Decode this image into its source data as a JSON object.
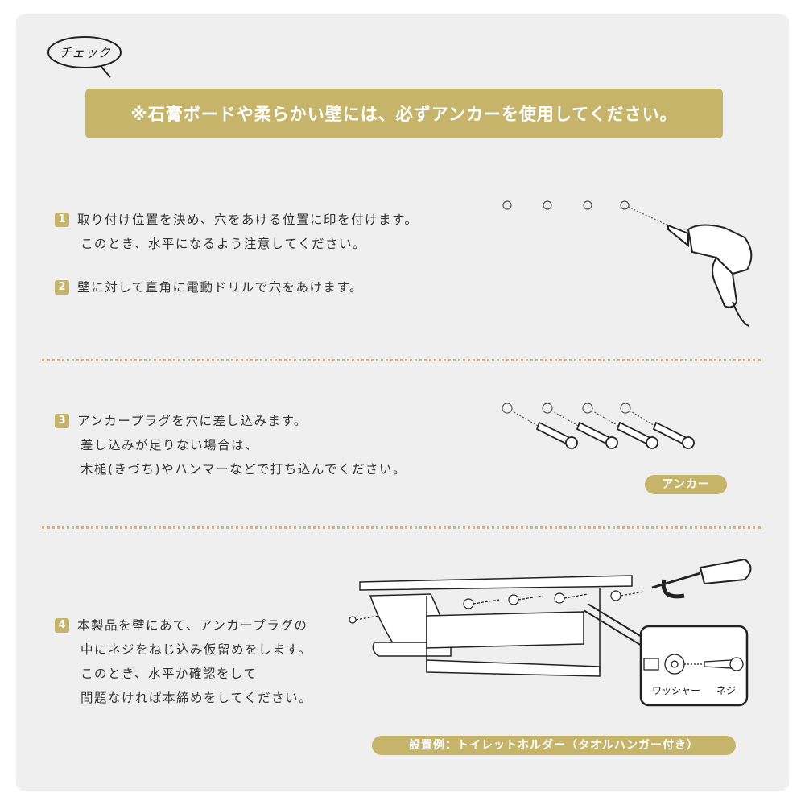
{
  "badge": "チェック",
  "banner": "※石膏ボードや柔らかい壁には、必ずアンカーを使用してください。",
  "steps": [
    {
      "num": "1",
      "lines": [
        "取り付け位置を決め、穴をあける位置に印を付けます。",
        "このとき、水平になるよう注意してください。"
      ]
    },
    {
      "num": "2",
      "lines": [
        "壁に対して直角に電動ドリルで穴をあけます。"
      ]
    },
    {
      "num": "3",
      "lines": [
        "アンカープラグを穴に差し込みます。",
        "差し込みが足りない場合は、",
        "木槌(きづち)やハンマーなどで打ち込んでください。"
      ]
    },
    {
      "num": "4",
      "lines": [
        "本製品を壁にあて、アンカープラグの",
        "中にネジをねじ込み仮留めをします。",
        "このとき、水平か確認をして",
        "問題なければ本締めをしてください。"
      ]
    }
  ],
  "labels": {
    "anchor": "アンカー",
    "washer": "ワッシャー",
    "screw": "ネジ",
    "example": "設置例：トイレットホルダー（タオルハンガー付き）"
  },
  "colors": {
    "accent": "#c5b46a",
    "background": "#efefef"
  }
}
